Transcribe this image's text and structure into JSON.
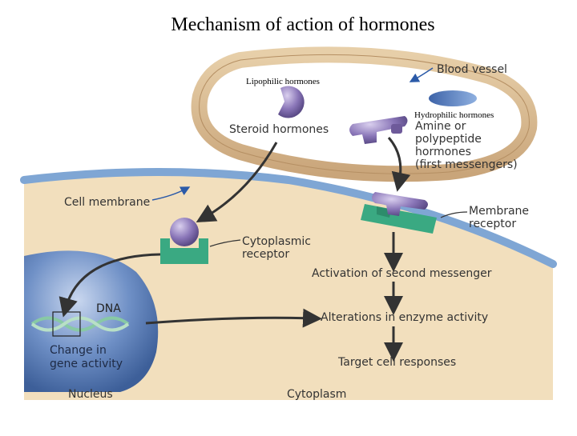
{
  "title": "Mechanism of action of hormones",
  "labels": {
    "lipophilic": "Lipophilic hormones",
    "hydrophilic": "Hydrophilic hormones",
    "blood_vessel": "Blood vessel",
    "steroid_hormones": "Steroid hormones",
    "amine_line1": "Amine or",
    "amine_line2": "polypeptide",
    "amine_line3": "hormones",
    "amine_line4": "(first messengers)",
    "cell_membrane": "Cell membrane",
    "membrane_receptor_line1": "Membrane",
    "membrane_receptor_line2": "receptor",
    "cytoplasmic_receptor_line1": "Cytoplasmic",
    "cytoplasmic_receptor_line2": "receptor",
    "activation": "Activation of second messenger",
    "dna": "DNA",
    "alterations": "Alterations in enzyme activity",
    "change_line1": "Change in",
    "change_line2": "gene activity",
    "target": "Target cell responses",
    "nucleus": "Nucleus",
    "cytoplasm": "Cytoplasm"
  },
  "colors": {
    "vessel_wall": "#d9b98f",
    "cytoplasm": "#f1ddb8",
    "membrane": "#7fa8d6",
    "receptor": "#3aa982",
    "hormone": "#7b68a6",
    "nucleus": "#5a7fb8",
    "arrow": "#333333"
  }
}
